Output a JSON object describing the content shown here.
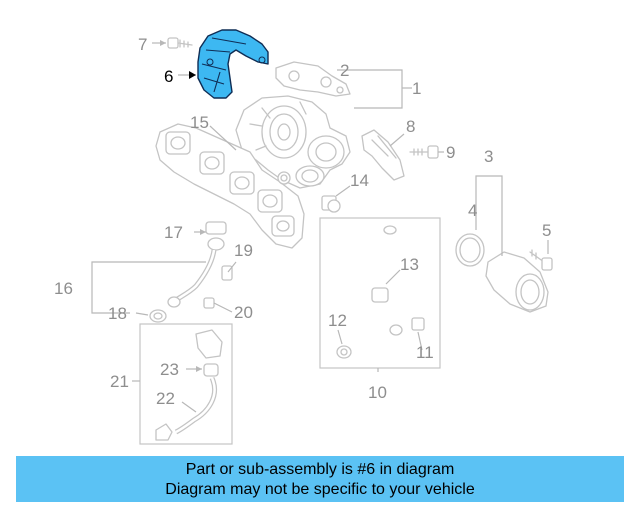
{
  "callouts": {
    "c1": "1",
    "c2": "2",
    "c3": "3",
    "c4": "4",
    "c5": "5",
    "c6": "6",
    "c7": "7",
    "c8": "8",
    "c9": "9",
    "c10": "10",
    "c11": "11",
    "c12": "12",
    "c13": "13",
    "c14": "14",
    "c15": "15",
    "c16": "16",
    "c17": "17",
    "c18": "18",
    "c19": "19",
    "c20": "20",
    "c21": "21",
    "c22": "22",
    "c23": "23"
  },
  "highlighted_part": "6",
  "colors": {
    "highlight_fill": "#3db8f2",
    "highlight_stroke": "#0f2d55",
    "banner_bg": "#5bc2f4",
    "parts": "#c4c4c4"
  },
  "banner": {
    "line1": "Part or sub-assembly is #6 in diagram",
    "line2": "Diagram may not be specific to your vehicle"
  }
}
